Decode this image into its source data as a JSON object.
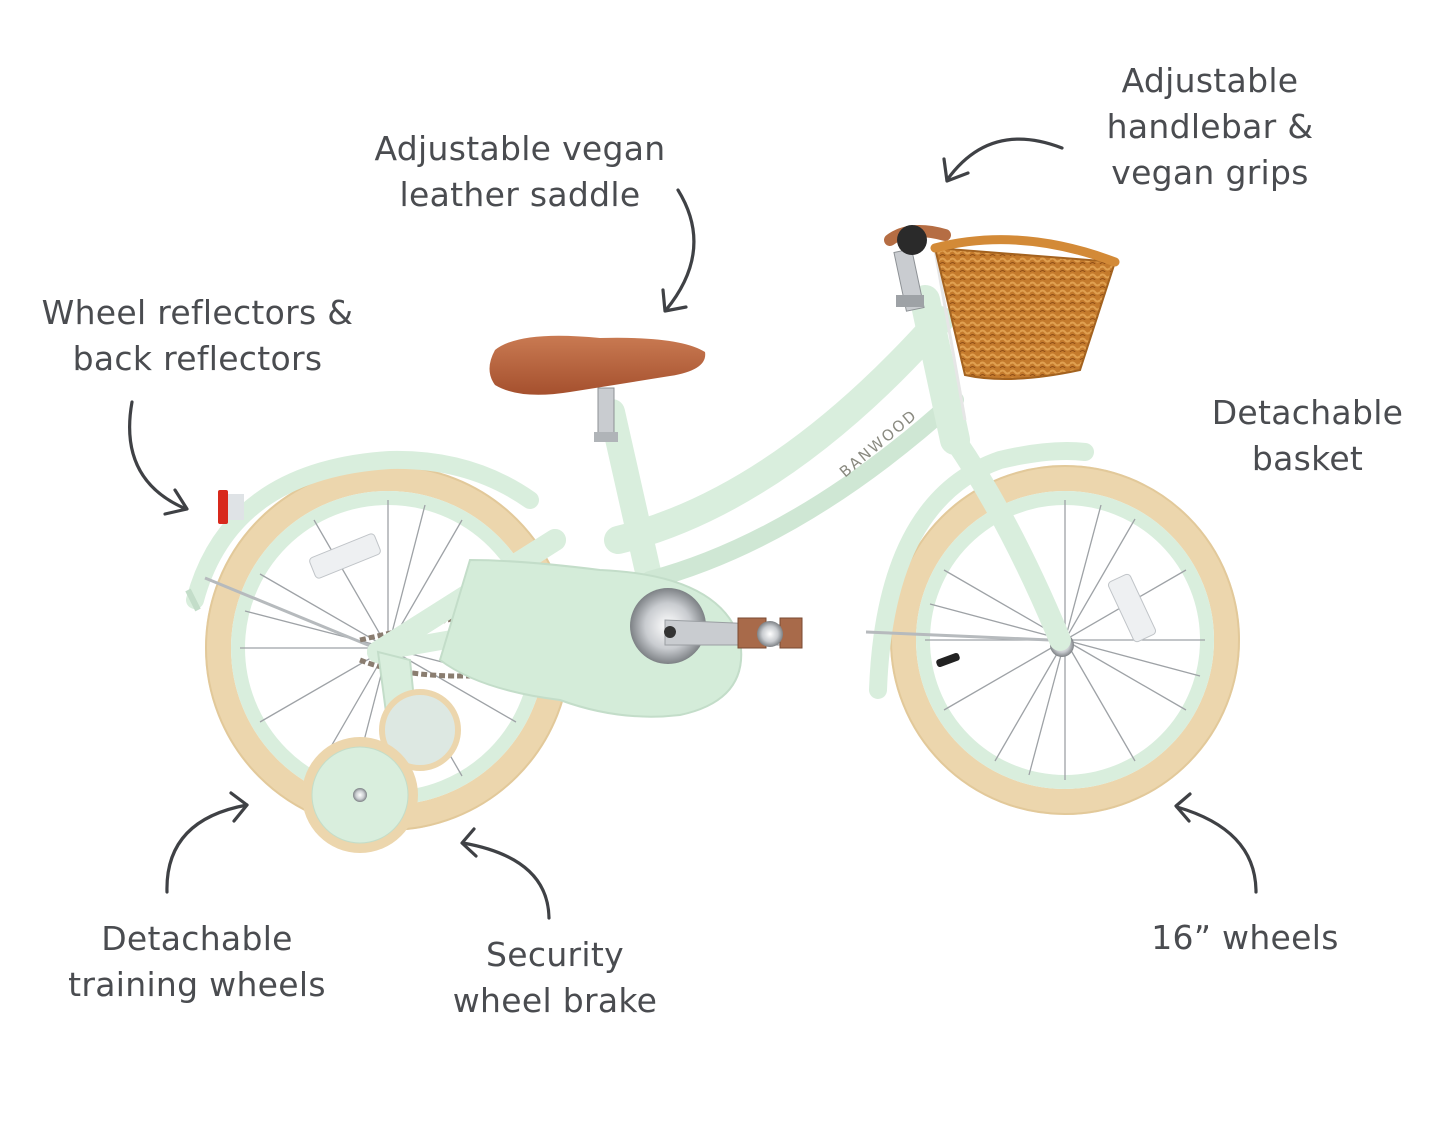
{
  "figure": {
    "subject": "Kids bicycle with callouts",
    "brand_text": "BANWOOD",
    "colors": {
      "text": "#4a4c50",
      "arrow": "#3f4145",
      "frame": "#d9eedd",
      "frame_shade": "#c3ddc9",
      "tire": "#ecd6ad",
      "tire_shade": "#dcc08e",
      "saddle": "#b9603a",
      "basket": "#c47a2c",
      "chrome": "#c9ccd0",
      "spoke": "#9ea2a6",
      "reflector_red": "#d8291c",
      "grip": "#2a2a2a",
      "chain": "#8a7d70"
    }
  },
  "callouts": {
    "saddle": {
      "lines": [
        "Adjustable vegan",
        "leather saddle"
      ]
    },
    "handlebar": {
      "lines": [
        "Adjustable",
        "handlebar &",
        "vegan grips"
      ]
    },
    "reflectors": {
      "lines": [
        "Wheel reflectors &",
        "back reflectors"
      ]
    },
    "basket": {
      "lines": [
        "Detachable",
        "basket"
      ]
    },
    "training_wheels": {
      "lines": [
        "Detachable",
        "training wheels"
      ]
    },
    "brake": {
      "lines": [
        "Security",
        "wheel brake"
      ]
    },
    "wheels": {
      "lines": [
        "16” wheels"
      ]
    }
  }
}
